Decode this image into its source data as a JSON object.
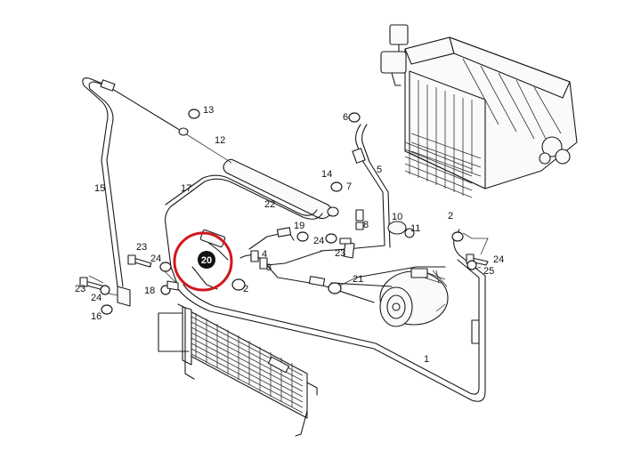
{
  "diagram": {
    "callouts": {
      "c1": "1",
      "c2a": "2",
      "c2b": "2",
      "c3": "3",
      "c4": "4",
      "c5": "5",
      "c6": "6",
      "c7": "7",
      "c8": "8",
      "c10": "10",
      "c11": "11",
      "c12": "12",
      "c13": "13",
      "c14": "14",
      "c15": "15",
      "c16": "16",
      "c17": "17",
      "c18": "18",
      "c19": "19",
      "c20": "20",
      "c21": "21",
      "c22": "22",
      "c23a": "23",
      "c23b": "23",
      "c23c": "23",
      "c24a": "24",
      "c24b": "24",
      "c24c": "24",
      "c24d": "24",
      "c25": "25"
    },
    "highlight_color": "#d0181e"
  }
}
